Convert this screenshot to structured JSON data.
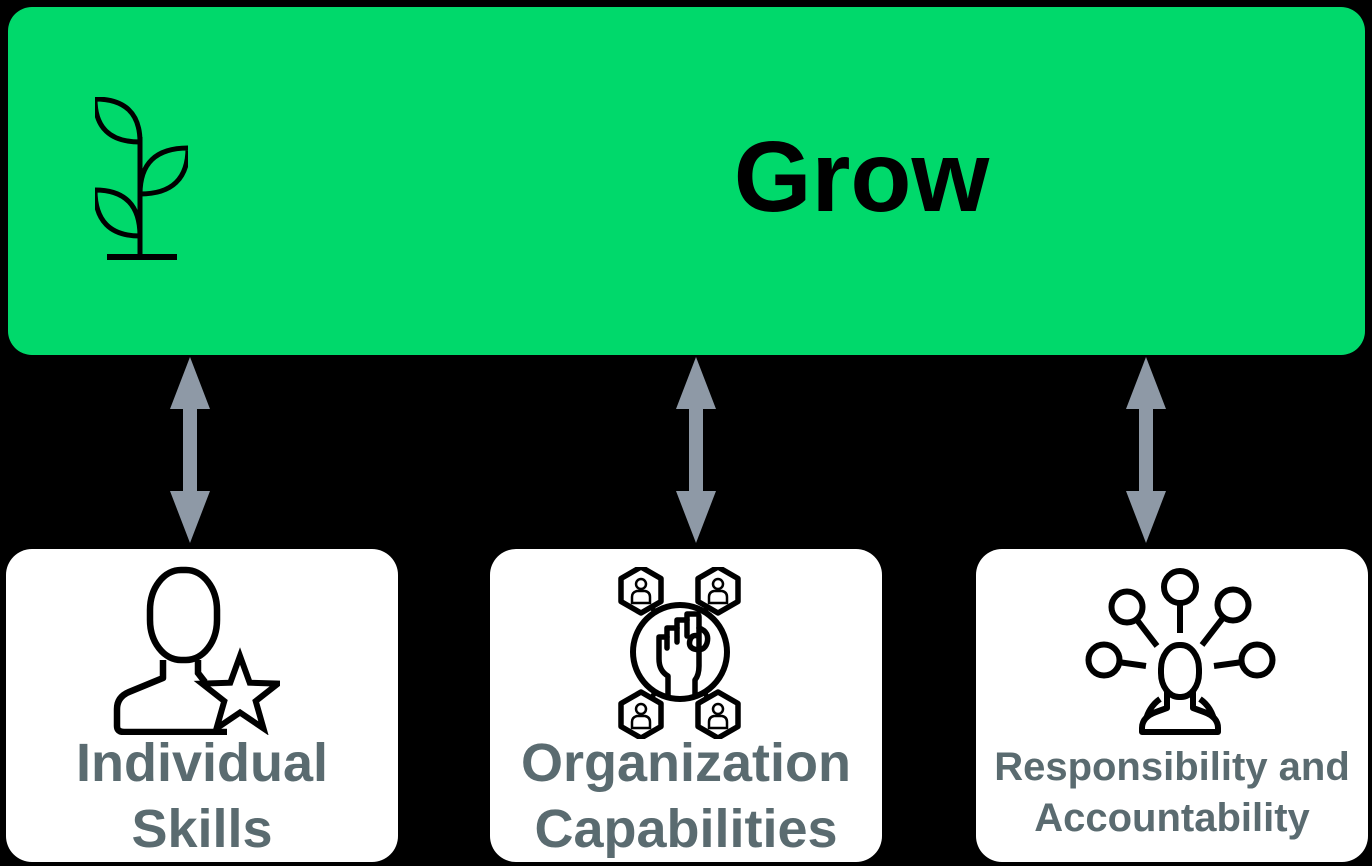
{
  "title": {
    "label": "Grow"
  },
  "cards": [
    {
      "id": "individual-skills",
      "label_line1": "Individual",
      "label_line2": "Skills",
      "icon": "person-star-icon"
    },
    {
      "id": "organization-capabilities",
      "label_line1": "Organization",
      "label_line2": "Capabilities",
      "icon": "fist-network-icon"
    },
    {
      "id": "responsibility-accountability",
      "label_line1": "Responsibility and",
      "label_line2": "Accountability",
      "icon": "delegation-network-icon"
    }
  ],
  "connectors": [
    {
      "type": "double-arrow",
      "direction": "vertical",
      "from": "grow-box",
      "to": "individual-skills"
    },
    {
      "type": "double-arrow",
      "direction": "vertical",
      "from": "grow-box",
      "to": "organization-capabilities"
    },
    {
      "type": "double-arrow",
      "direction": "vertical",
      "from": "grow-box",
      "to": "responsibility-accountability"
    }
  ],
  "colors": {
    "background": "#000000",
    "grow_box": "#00D96B",
    "title_text": "#000000",
    "card_background": "#FFFFFF",
    "card_label": "#5A6B70",
    "arrow": "#8E99A6",
    "icon_stroke": "#000000"
  }
}
